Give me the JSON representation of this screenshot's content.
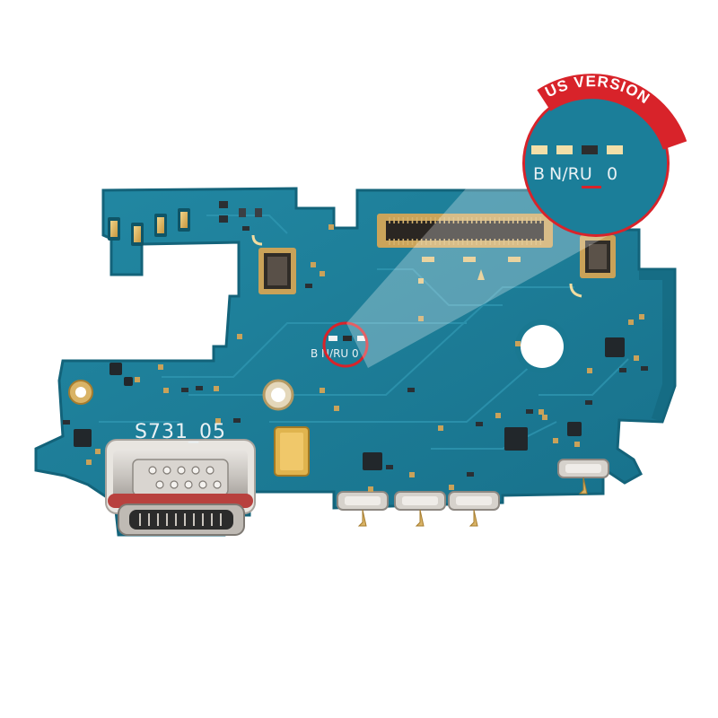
{
  "image": {
    "board_marking": "S731_05",
    "small_label": "B N/RU 0",
    "zoom_label": {
      "b": "B",
      "n_ru": "N/RU",
      "zero": "0"
    },
    "badge_text": "US VERSION",
    "colors": {
      "pcb": "#1d7f9a",
      "pcb_edge": "#14687f",
      "trace": "#2a90ab",
      "gold": "#d9b366",
      "highlight": "#d8232a",
      "silk": "#e9f1f4"
    },
    "icons": {
      "usb_port": "usb-c-port-icon",
      "board_connector": "board-to-board-connector-icon",
      "microphone": "microphone-icon"
    }
  }
}
